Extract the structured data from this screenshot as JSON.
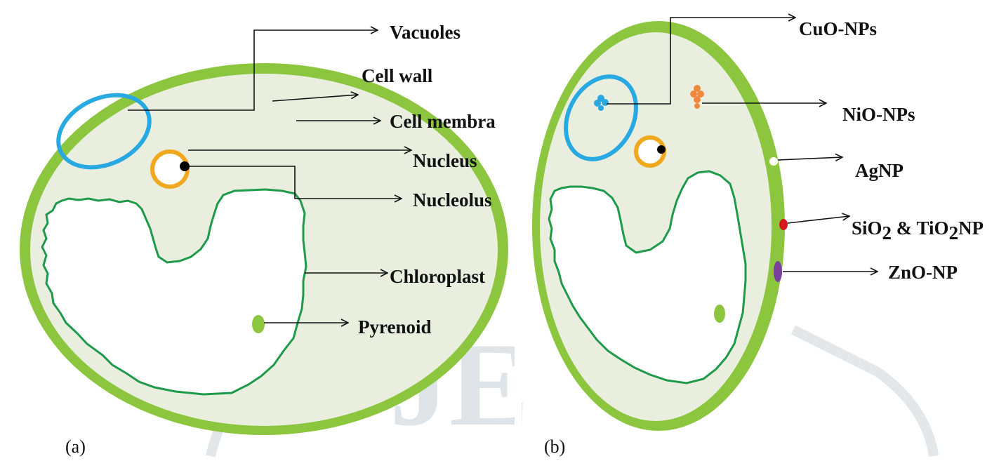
{
  "panel_a": {
    "caption": "(a)",
    "labels": {
      "vacuoles": "Vacuoles",
      "cell_wall": "Cell wall",
      "cell_membrane": "Cell membra",
      "nucleus": "Nucleus",
      "nucleolus": "Nucleolus",
      "chloroplast": "Chloroplast",
      "pyrenoid": "Pyrenoid"
    }
  },
  "panel_b": {
    "caption": "(b)",
    "labels": {
      "cuo": "CuO-NPs",
      "nio": "NiO-NPs",
      "agnp": "AgNP",
      "sio2_a": "SiO",
      "sio2_sub": "2",
      "sio2_b": " & TiO",
      "tio2_sub": "2",
      "sio2_c": "NP",
      "zno": "ZnO-NP"
    }
  },
  "watermark": "JE",
  "colors": {
    "cell_wall": "#8cc63f",
    "cytoplasm": "#eaeedf",
    "vacuole": "#29a9e1",
    "nucleus": "#f0a91e",
    "chloroplast": "#1f9a4a",
    "pyrenoid": "#8cc63f",
    "cuo": "#29a9e1",
    "nio": "#f0883e",
    "sio2": "#d7191c",
    "zno": "#7b3f9e"
  }
}
